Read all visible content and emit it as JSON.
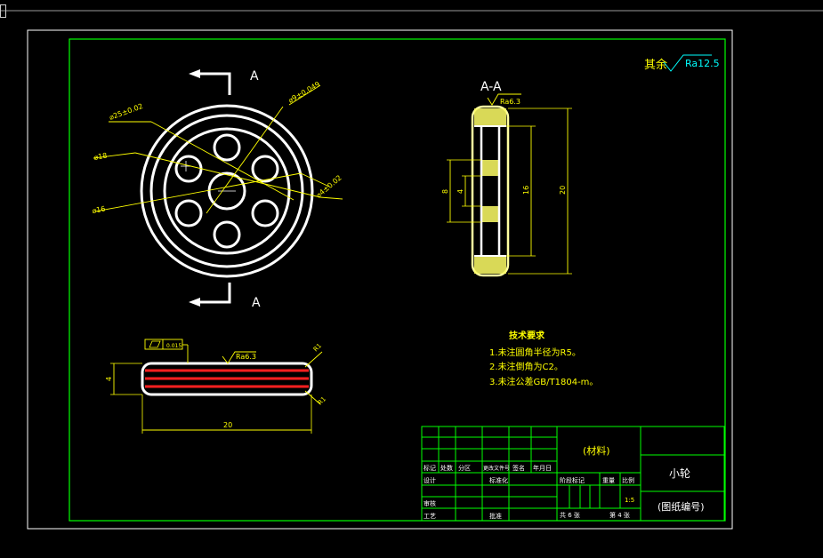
{
  "drawing": {
    "general_roughness": {
      "label": "其余",
      "value": "Ra12.5"
    },
    "section_mark": "A",
    "section_title": "A-A",
    "front_view_labels": {
      "d1": "⌀9±0.049",
      "d2": "⌀25±0.02",
      "d3": "⌀18",
      "d4": "⌀16",
      "d5": "⌀4±0.02"
    },
    "section_view": {
      "roughness": "Ra6.3",
      "dims": [
        "8",
        "4",
        "16",
        "20"
      ]
    },
    "bottom_view": {
      "flatness_value": "0.015",
      "roughness": "Ra6.3",
      "thickness": "4",
      "width": "20",
      "radius_top": "R1",
      "radius_bottom": "R1"
    },
    "tech_requirements": {
      "title": "技术要求",
      "items": [
        "1.未注圆角半径为R5。",
        "2.未注倒角为C2。",
        "3.未注公差GB/T1804-m。"
      ]
    },
    "title_block": {
      "material": "(材料)",
      "part_name": "小轮",
      "drawing_number": "(图纸编号)",
      "header_labels": [
        "标记",
        "处数",
        "分区",
        "更改文件号",
        "签名",
        "年月日"
      ],
      "design": "设计",
      "standardization": "标准化",
      "review": "审核",
      "process": "工艺",
      "approve": "批准",
      "stage_mark": "阶段标记",
      "weight": "重量",
      "scale": "比例",
      "scale_value": "1:5",
      "total_sheets": "共 6 张",
      "sheet_no": "第 4 张"
    }
  }
}
